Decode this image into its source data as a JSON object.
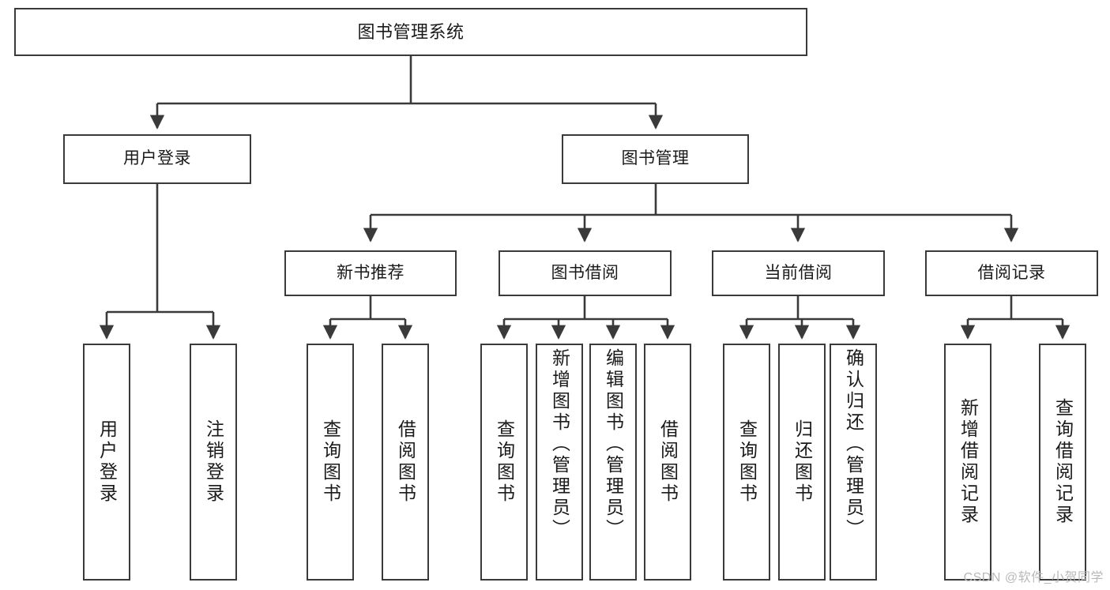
{
  "diagram": {
    "title": "图书管理系统",
    "type": "tree",
    "nodes": {
      "root": {
        "label": "图书管理系统"
      },
      "level1": [
        {
          "id": "user-login",
          "label": "用户登录"
        },
        {
          "id": "book-manage",
          "label": "图书管理"
        }
      ],
      "level2": [
        {
          "id": "new-book-recommend",
          "label": "新书推荐"
        },
        {
          "id": "book-borrow",
          "label": "图书借阅"
        },
        {
          "id": "current-borrow",
          "label": "当前借阅"
        },
        {
          "id": "borrow-record",
          "label": "借阅记录"
        }
      ],
      "leaves": {
        "user_login": [
          {
            "id": "leaf-user-login",
            "label": "用户登录"
          },
          {
            "id": "leaf-logout",
            "label": "注销登录"
          }
        ],
        "new_book_recommend": [
          {
            "id": "leaf-query-book-1",
            "label": "查询图书"
          },
          {
            "id": "leaf-borrow-book-1",
            "label": "借阅图书"
          }
        ],
        "book_borrow": [
          {
            "id": "leaf-query-book-2",
            "label": "查询图书"
          },
          {
            "id": "leaf-add-book",
            "label": "新增图书（管理员）"
          },
          {
            "id": "leaf-edit-book",
            "label": "编辑图书（管理员）"
          },
          {
            "id": "leaf-borrow-book-2",
            "label": "借阅图书"
          }
        ],
        "current_borrow": [
          {
            "id": "leaf-query-book-3",
            "label": "查询图书"
          },
          {
            "id": "leaf-return-book",
            "label": "归还图书"
          },
          {
            "id": "leaf-confirm-return",
            "label": "确认归还（管理员）"
          }
        ],
        "borrow_record": [
          {
            "id": "leaf-add-record",
            "label": "新增借阅记录"
          },
          {
            "id": "leaf-query-record",
            "label": "查询借阅记录"
          }
        ]
      }
    },
    "edges": [
      {
        "from": "root",
        "to": "user-login"
      },
      {
        "from": "root",
        "to": "book-manage"
      },
      {
        "from": "user-login",
        "to": "leaf-user-login"
      },
      {
        "from": "user-login",
        "to": "leaf-logout"
      },
      {
        "from": "book-manage",
        "to": "new-book-recommend"
      },
      {
        "from": "book-manage",
        "to": "book-borrow"
      },
      {
        "from": "book-manage",
        "to": "current-borrow"
      },
      {
        "from": "book-manage",
        "to": "borrow-record"
      },
      {
        "from": "new-book-recommend",
        "to": "leaf-query-book-1"
      },
      {
        "from": "new-book-recommend",
        "to": "leaf-borrow-book-1"
      },
      {
        "from": "book-borrow",
        "to": "leaf-query-book-2"
      },
      {
        "from": "book-borrow",
        "to": "leaf-add-book"
      },
      {
        "from": "book-borrow",
        "to": "leaf-edit-book"
      },
      {
        "from": "book-borrow",
        "to": "leaf-borrow-book-2"
      },
      {
        "from": "current-borrow",
        "to": "leaf-query-book-3"
      },
      {
        "from": "current-borrow",
        "to": "leaf-return-book"
      },
      {
        "from": "current-borrow",
        "to": "leaf-confirm-return"
      },
      {
        "from": "borrow-record",
        "to": "leaf-add-record"
      },
      {
        "from": "borrow-record",
        "to": "leaf-query-record"
      }
    ],
    "colors": {
      "box_border": "#3a3a3a",
      "box_fill": "#ffffff",
      "edge": "#3a3a3a",
      "text": "#1a1a1a",
      "watermark": "#b9b9b9",
      "background": "#ffffff"
    }
  },
  "watermark": {
    "text": "CSDN @软件_小贺同学"
  }
}
